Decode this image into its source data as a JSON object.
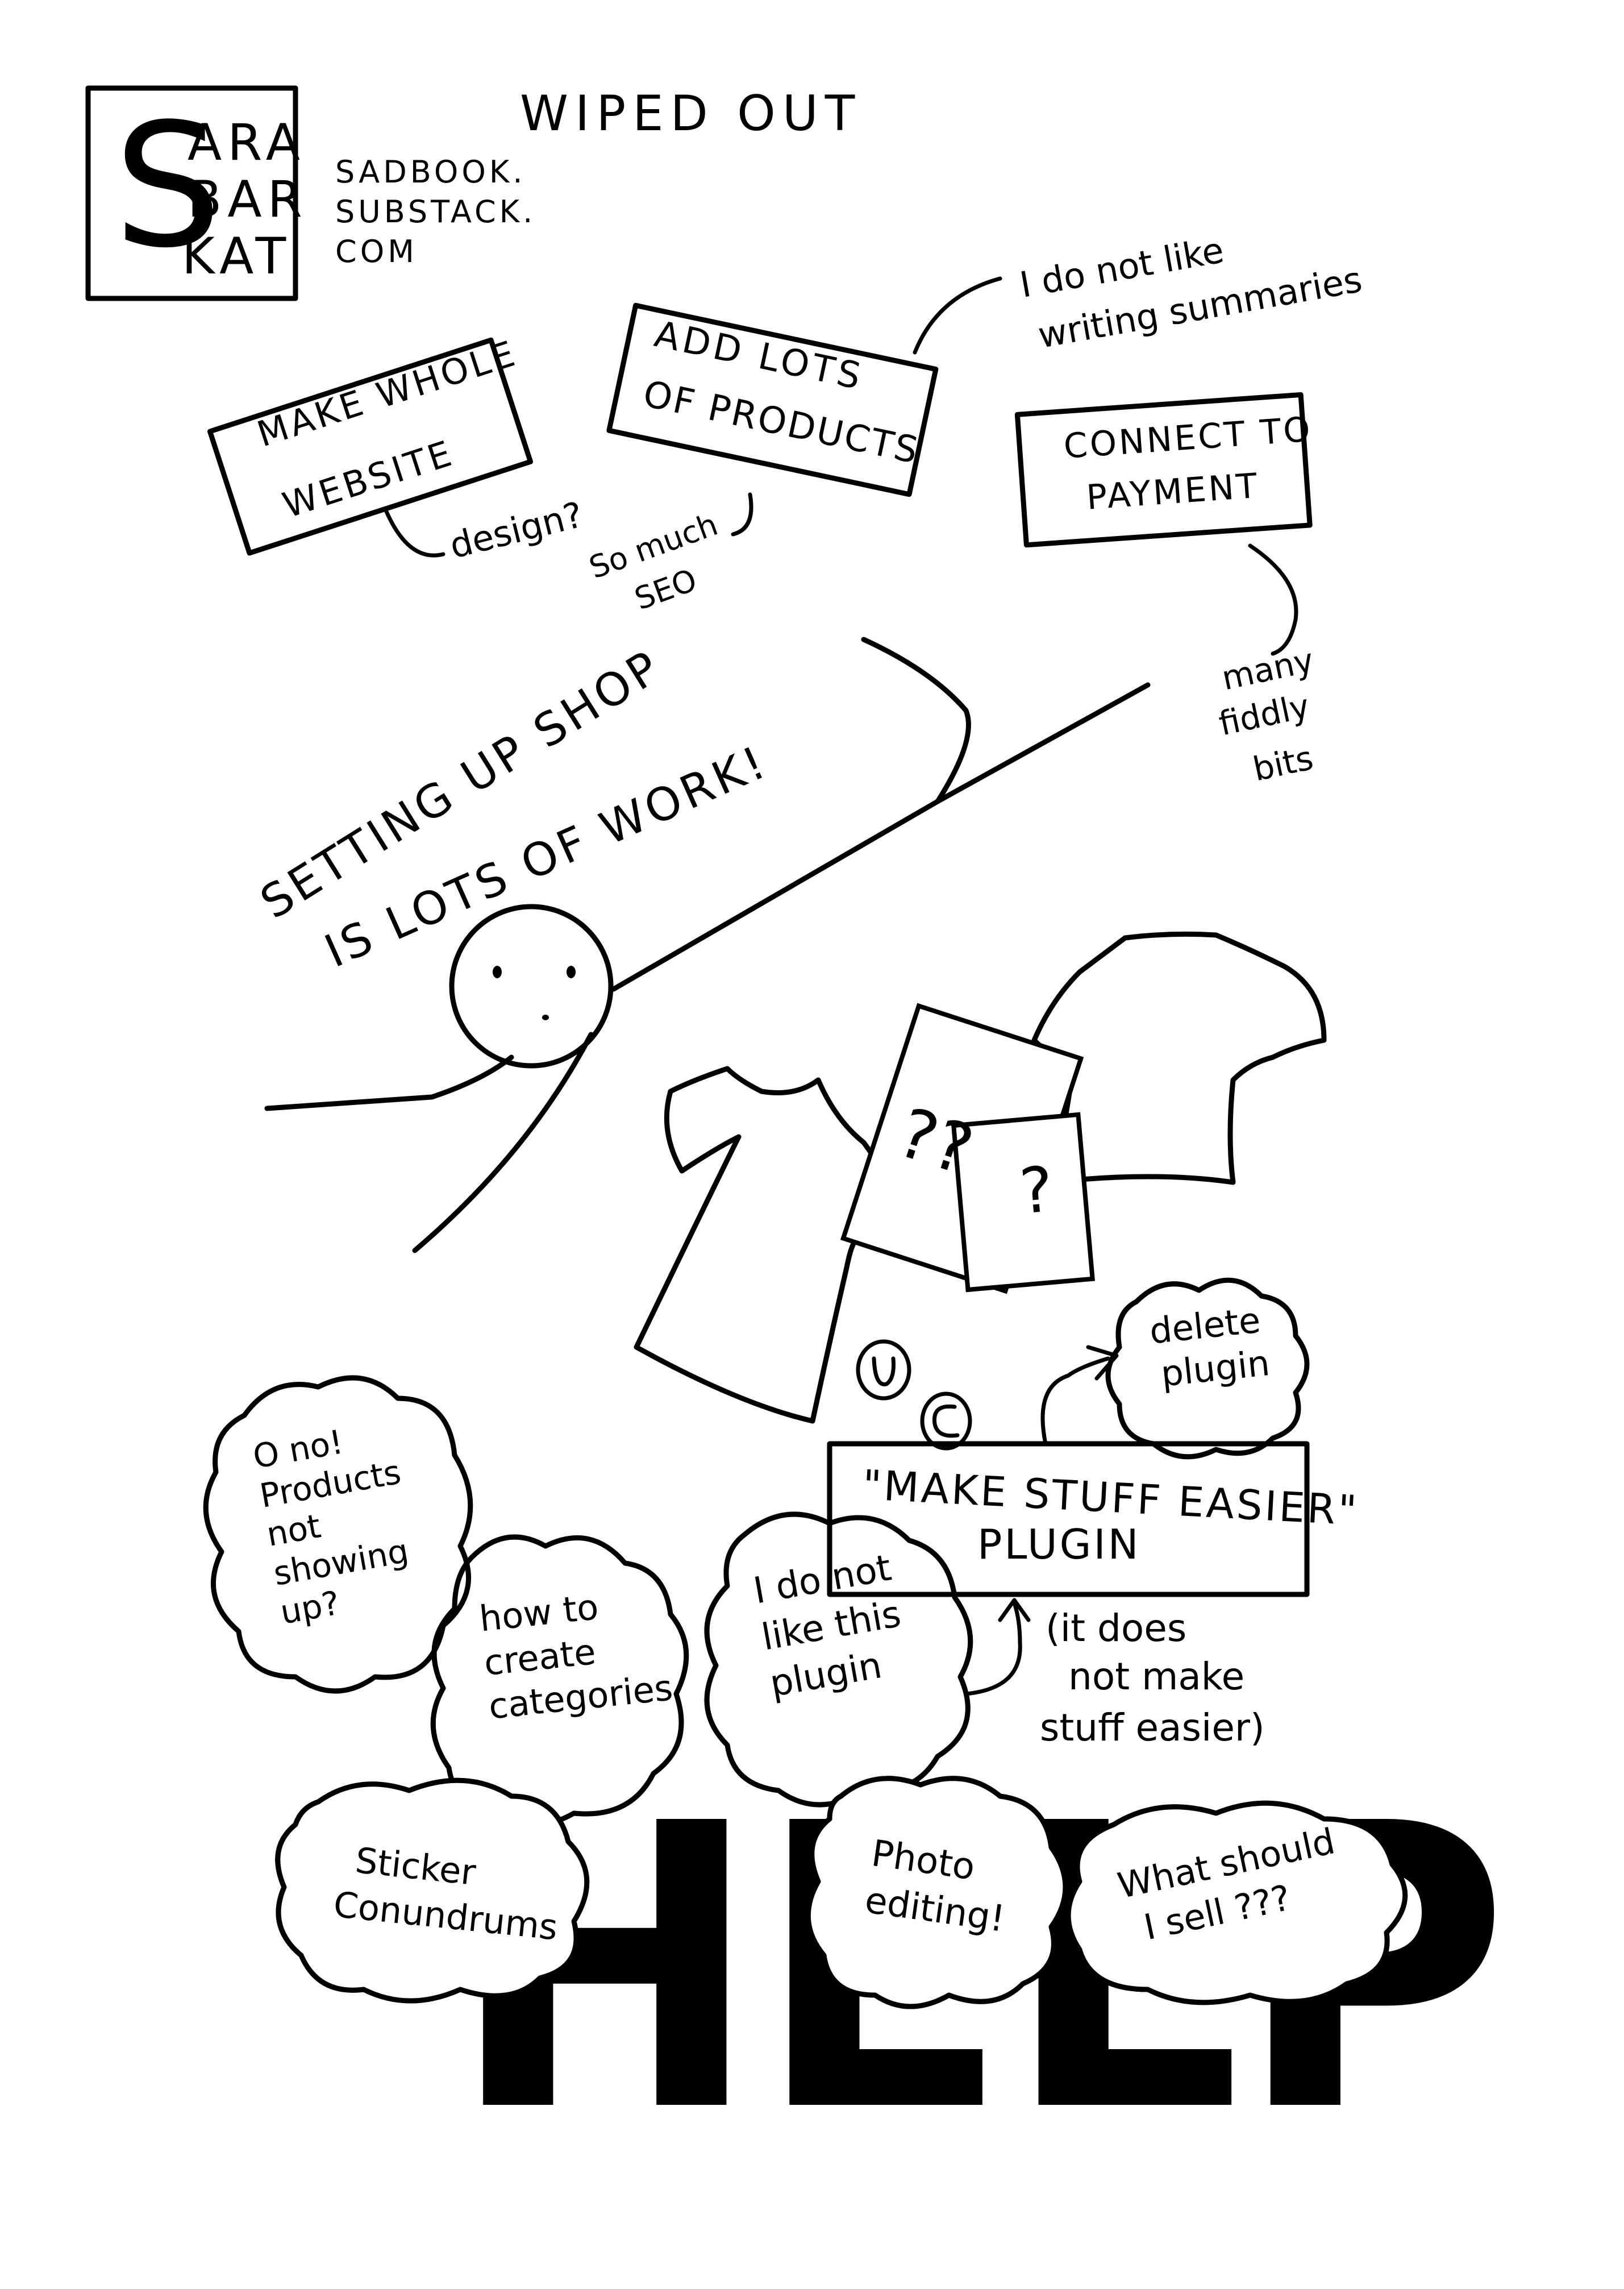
{
  "logo": {
    "letter_s": "S",
    "line1": "ARA",
    "line2": "BAR",
    "line3": "KAT"
  },
  "site": {
    "line1": "SADBOOK.",
    "line2": "SUBSTACK.",
    "line3": "COM"
  },
  "title": "WIPED OUT",
  "tasks": [
    {
      "label_line1": "MAKE WHOLE",
      "label_line2": "WEBSITE",
      "note": "design?"
    },
    {
      "label_line1": "ADD LOTS",
      "label_line2": "OF PRODUCTS",
      "note_line1": "So much",
      "note_line2": "SEO",
      "comment_line1": "I do not like",
      "comment_line2": "writing summaries"
    },
    {
      "label_line1": "CONNECT TO",
      "label_line2": "PAYMENT",
      "note_line1": "many",
      "note_line2": "fiddly",
      "note_line3": "bits"
    }
  ],
  "shout": {
    "line1": "SETTING UP SHOP",
    "line2": "IS LOTS OF WORK!"
  },
  "paper_marks": {
    "card1": "??",
    "card2": "?"
  },
  "plugin": {
    "line1": "\"MAKE STUFF EASIER\"",
    "line2": "PLUGIN",
    "aside_line1": "(it does",
    "aside_line2": "not make",
    "aside_line3": "stuff easier)",
    "delete_line1": "delete",
    "delete_line2": "plugin"
  },
  "clouds": [
    {
      "lines": [
        "O no!",
        "Products",
        "not",
        "showing",
        "up?"
      ]
    },
    {
      "lines": [
        "how to",
        "create",
        "categories"
      ]
    },
    {
      "lines": [
        "I do not",
        "like this",
        "plugin"
      ]
    },
    {
      "lines": [
        "Sticker",
        "Conundrums"
      ]
    },
    {
      "lines": [
        "Photo",
        "editing!"
      ]
    },
    {
      "lines": [
        "What should",
        "I sell ???"
      ]
    }
  ],
  "help": "HELP"
}
